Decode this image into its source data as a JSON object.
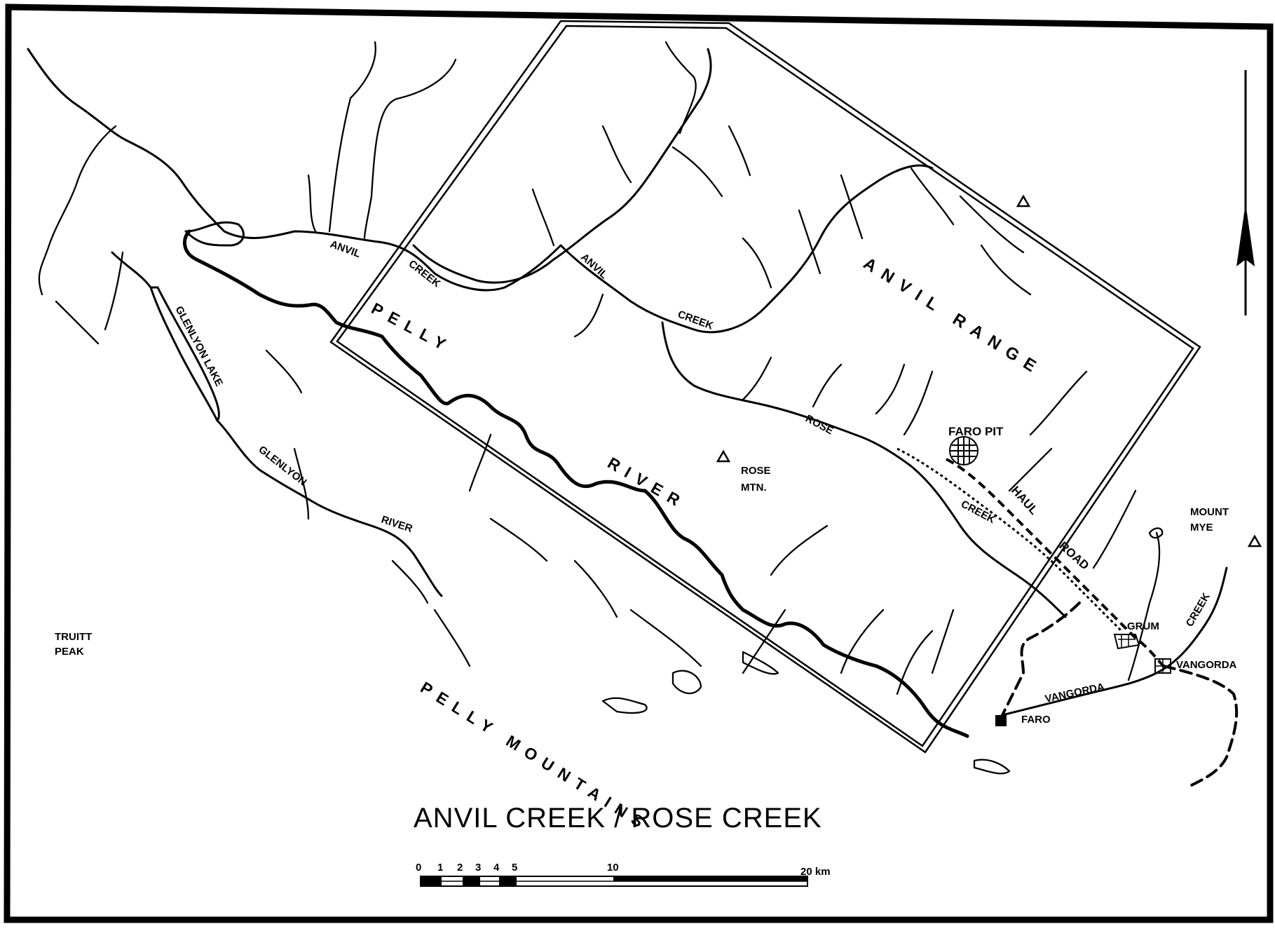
{
  "title": "ANVIL CREEK / ROSE CREEK",
  "labels": {
    "anvil_range": "ANVIL RANGE",
    "pelly_mountains": "PELLY MOUNTAINS",
    "pelly_river_1": "PELLY",
    "pelly_river_2": "RIVER",
    "glenlyon_lake": "GLENLYON LAKE",
    "glenlyon_river_1": "GLENLYON",
    "glenlyon_river_2": "RIVER",
    "anvil_creek_1a": "ANVIL",
    "anvil_creek_1b": "CREEK",
    "anvil_creek_2a": "ANVIL",
    "anvil_creek_2b": "CREEK",
    "rose_creek_1": "ROSE",
    "rose_creek_2": "CREEK",
    "faro_pit": "FARO PIT",
    "haul_road_1": "HAUL",
    "haul_road_2": "ROAD",
    "rose_mtn_1": "ROSE",
    "rose_mtn_2": "MTN.",
    "truitt_peak_1": "TRUITT",
    "truitt_peak_2": "PEAK",
    "mount_mye_1": "MOUNT",
    "mount_mye_2": "MYE",
    "grum": "GRUM",
    "vangorda": "VANGORDA",
    "vangorda_creek_1": "VANGORDA",
    "vangorda_creek_2": "CREEK",
    "faro": "FARO",
    "north_arrow": "N"
  },
  "scale_bar": {
    "ticks": [
      "0",
      "1",
      "2",
      "3",
      "4",
      "5",
      "10",
      "20 km"
    ]
  },
  "colors": {
    "ink": "#000000",
    "paper": "#ffffff"
  },
  "symbols": {
    "peak": "triangle-peak-icon",
    "pit": "crosshatch-pit-icon",
    "town": "filled-square-town-icon"
  }
}
